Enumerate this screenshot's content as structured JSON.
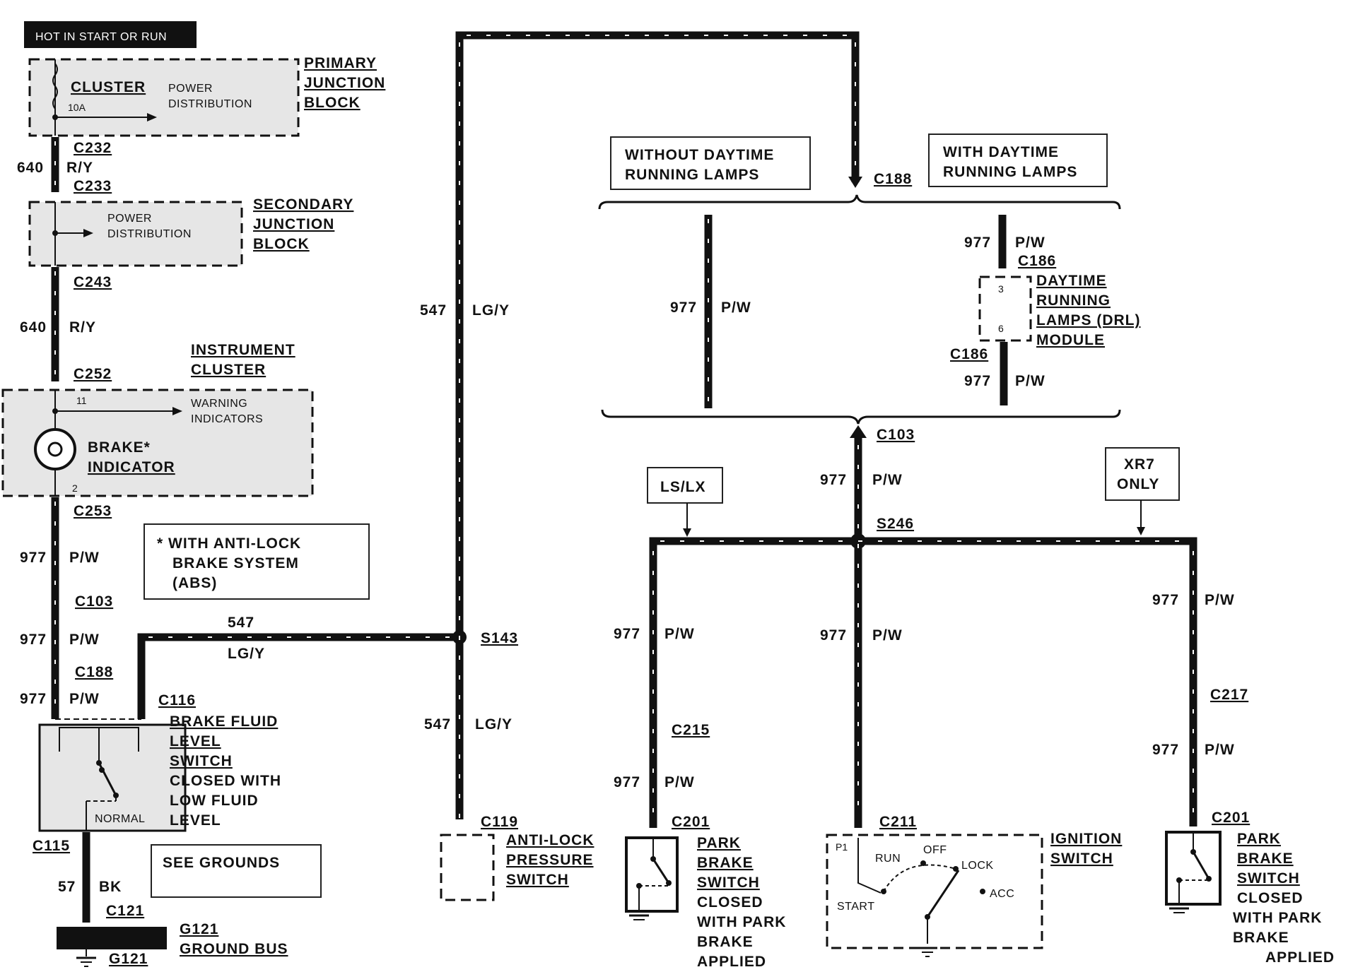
{
  "header": {
    "hot_label": "HOT IN START OR RUN"
  },
  "primary_jb": {
    "cluster": "CLUSTER",
    "fuse": "10A",
    "power": "POWER",
    "distribution": "DISTRIBUTION",
    "name": [
      "PRIMARY",
      "JUNCTION",
      "BLOCK"
    ]
  },
  "secondary_jb": {
    "power": "POWER",
    "distribution": "DISTRIBUTION",
    "name": [
      "SECONDARY",
      "JUNCTION",
      "BLOCK"
    ]
  },
  "instrument_cluster": {
    "name": [
      "INSTRUMENT",
      "CLUSTER"
    ],
    "pin_top": "11",
    "pin_bottom": "2",
    "warning": [
      "WARNING",
      "INDICATORS"
    ],
    "indicator": [
      "BRAKE*",
      "INDICATOR"
    ]
  },
  "abs_note": [
    "* WITH ANTI-LOCK",
    "BRAKE SYSTEM",
    "(ABS)"
  ],
  "brake_fluid_switch": {
    "name": [
      "BRAKE FLUID",
      "LEVEL",
      "SWITCH"
    ],
    "desc": [
      "CLOSED WITH",
      "LOW FLUID",
      "LEVEL"
    ],
    "normal": "NORMAL"
  },
  "grounds": {
    "see": "SEE GROUNDS",
    "g121": "G121",
    "ground_bus": "GROUND BUS",
    "g121b": "G121"
  },
  "anti_lock_switch": [
    "ANTI-LOCK",
    "PRESSURE",
    "SWITCH"
  ],
  "drl_notes": {
    "without": [
      "WITHOUT DAYTIME",
      "RUNNING LAMPS"
    ],
    "with": [
      "WITH DAYTIME",
      "RUNNING LAMPS"
    ]
  },
  "drl_module": {
    "name": [
      "DAYTIME",
      "RUNNING",
      "LAMPS (DRL)",
      "MODULE"
    ],
    "pin_top": "3",
    "pin_bottom": "6"
  },
  "options": {
    "ls_lx": "LS/LX",
    "xr7": [
      "XR7",
      "ONLY"
    ]
  },
  "park_brake_left": [
    "PARK",
    "BRAKE",
    "SWITCH",
    "CLOSED",
    "WITH PARK",
    "BRAKE",
    "APPLIED"
  ],
  "park_brake_right": [
    "PARK",
    "BRAKE",
    "SWITCH",
    "CLOSED",
    "WITH PARK",
    "BRAKE",
    "APPLIED"
  ],
  "ignition": {
    "name": [
      "IGNITION",
      "SWITCH"
    ],
    "p1": "P1",
    "run": "RUN",
    "off": "OFF",
    "lock": "LOCK",
    "acc": "ACC",
    "start": "START"
  },
  "connectors": {
    "c232": "C232",
    "c233": "C233",
    "c243": "C243",
    "c252": "C252",
    "c253": "C253",
    "c103a": "C103",
    "c188a": "C188",
    "c116": "C116",
    "c115": "C115",
    "c121": "C121",
    "s143": "S143",
    "c119": "C119",
    "c188b": "C188",
    "c186a": "C186",
    "c186b": "C186",
    "c103b": "C103",
    "s246": "S246",
    "c215": "C215",
    "c201a": "C201",
    "c211": "C211",
    "c217": "C217",
    "c201b": "C201"
  },
  "wires": {
    "w640a": "640",
    "w640a_col": "R/Y",
    "w640b": "640",
    "w640b_col": "R/Y",
    "w977a": "977",
    "w977a_col": "P/W",
    "w977b": "977",
    "w977b_col": "P/W",
    "w977c": "977",
    "w977c_col": "P/W",
    "w547a": "547",
    "w547a_col": "LG/Y",
    "w57": "57",
    "w57_col": "BK",
    "w547b": "547",
    "w547b_col": "LG/Y",
    "w547c": "547",
    "w547c_col": "LG/Y",
    "w977d": "977",
    "w977d_col": "P/W",
    "w977e": "977",
    "w977e_col": "P/W",
    "w977f": "977",
    "w977f_col": "P/W",
    "w977g": "977",
    "w977g_col": "P/W",
    "w977h": "977",
    "w977h_col": "P/W",
    "w977i": "977",
    "w977i_col": "P/W",
    "w977j": "977",
    "w977j_col": "P/W",
    "w977k": "977",
    "w977k_col": "P/W",
    "w977l": "977",
    "w977l_col": "P/W"
  }
}
